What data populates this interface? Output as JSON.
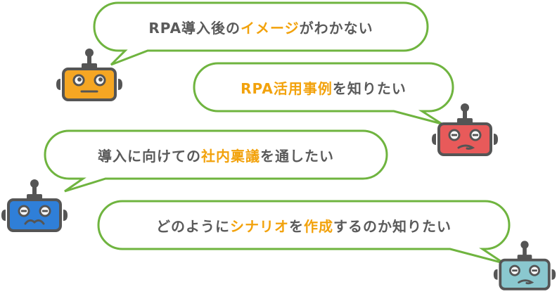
{
  "colors": {
    "bubble_border": "#6fb43f",
    "text_normal": "#5a5a5a",
    "text_accent": "#f2a20c",
    "robot_outline": "#555555"
  },
  "bubbles": [
    {
      "segments": [
        {
          "text": "RPA導入後の",
          "accent": false
        },
        {
          "text": "イメージ",
          "accent": true
        },
        {
          "text": "がわかない",
          "accent": false
        }
      ]
    },
    {
      "segments": [
        {
          "text": "RPA活用事例",
          "accent": true
        },
        {
          "text": "を知りたい",
          "accent": false
        }
      ]
    },
    {
      "segments": [
        {
          "text": "導入に向けての",
          "accent": false
        },
        {
          "text": "社内稟議",
          "accent": true
        },
        {
          "text": "を通したい",
          "accent": false
        }
      ]
    },
    {
      "segments": [
        {
          "text": "どのように",
          "accent": false
        },
        {
          "text": "シナリオ",
          "accent": true
        },
        {
          "text": "を",
          "accent": false
        },
        {
          "text": "作成",
          "accent": true
        },
        {
          "text": "するのか知りたい",
          "accent": false
        }
      ]
    }
  ],
  "robots": [
    {
      "icon": "robot-orange-icon",
      "face_color": "#f5a623",
      "expression": "neutral"
    },
    {
      "icon": "robot-red-icon",
      "face_color": "#e85a5a",
      "expression": "worried"
    },
    {
      "icon": "robot-blue-icon",
      "face_color": "#2f7fd8",
      "expression": "mustache"
    },
    {
      "icon": "robot-teal-icon",
      "face_color": "#8ac8cf",
      "expression": "worried"
    }
  ]
}
